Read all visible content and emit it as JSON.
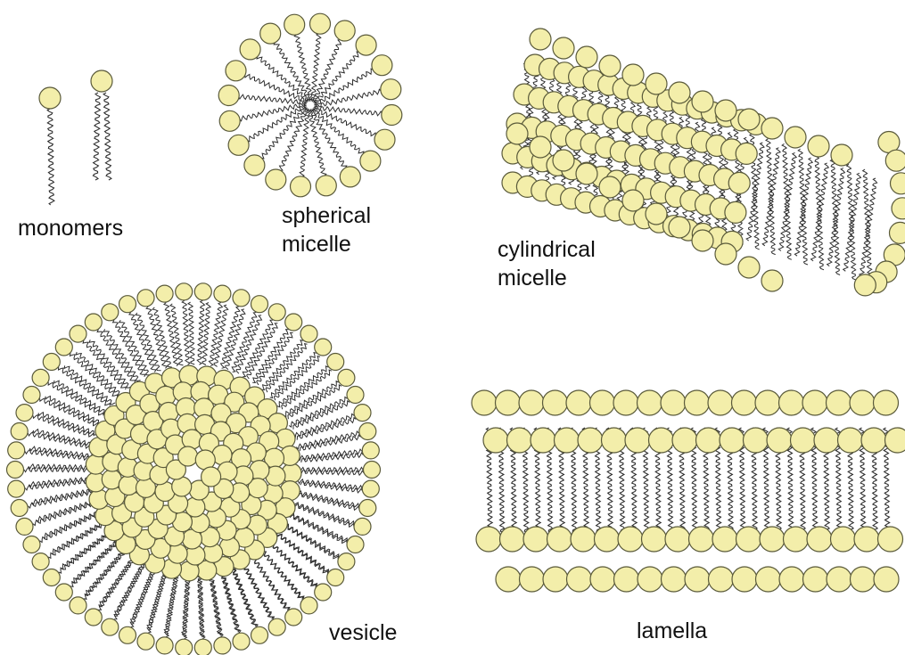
{
  "colors": {
    "head_fill": "#f3eeaa",
    "head_stroke": "#5a5a3a",
    "tail_stroke": "#2e2e2e",
    "background": "#ffffff"
  },
  "labels": {
    "monomers": "monomers",
    "spherical_line1": "spherical",
    "spherical_line2": "micelle",
    "cylindrical_line1": "cylindrical",
    "cylindrical_line2": "micelle",
    "vesicle": "vesicle",
    "lamella": "lamella"
  }
}
